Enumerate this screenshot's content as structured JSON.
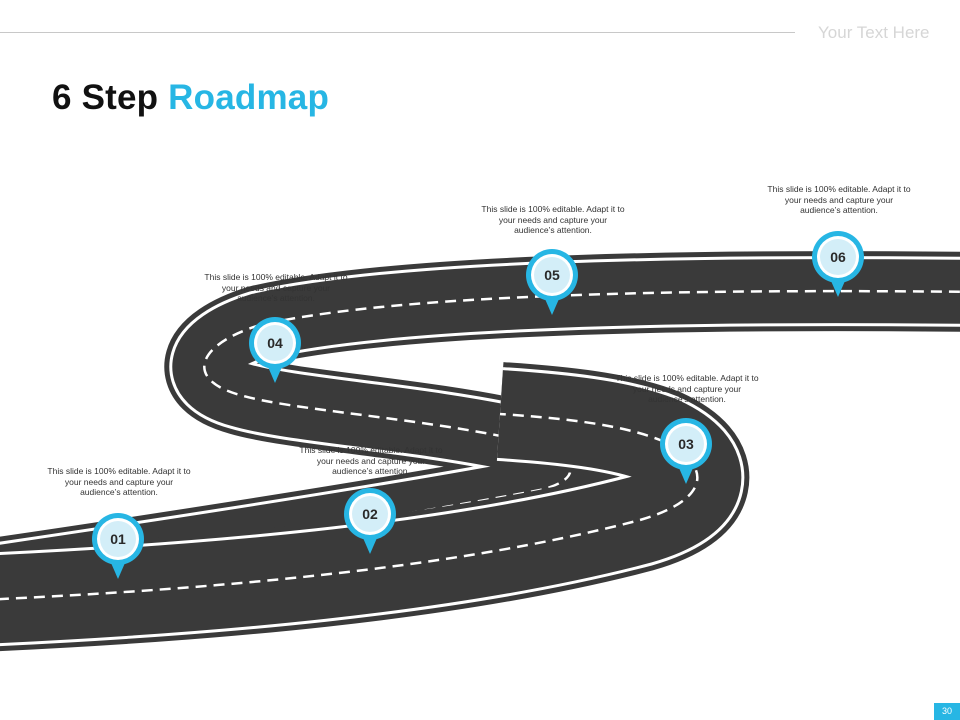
{
  "header": {
    "text": "Your Text Here"
  },
  "title": {
    "main": "6 Step",
    "accent": "Roadmap"
  },
  "steps": [
    {
      "number": "01",
      "caption": "This slide is 100% editable. Adapt it to your needs and capture your audience’s attention."
    },
    {
      "number": "02",
      "caption": "This slide is 100% editable. Adapt it to your needs and capture your audience’s attention."
    },
    {
      "number": "03",
      "caption": "This slide is 100% editable. Adapt it to your needs and capture your audience’s attention."
    },
    {
      "number": "04",
      "caption": "This slide is 100% editable. Adapt it to your needs and capture your audience’s attention."
    },
    {
      "number": "05",
      "caption": "This slide is 100% editable. Adapt it to your needs and capture your audience’s attention."
    },
    {
      "number": "06",
      "caption": "This slide is 100% editable. Adapt it to your needs and capture your audience’s attention."
    }
  ],
  "footer": {
    "slide_number": "30"
  },
  "colors": {
    "accent": "#27b6e4",
    "road": "#3a3a3a",
    "pin_inner": "#d3eef8"
  }
}
